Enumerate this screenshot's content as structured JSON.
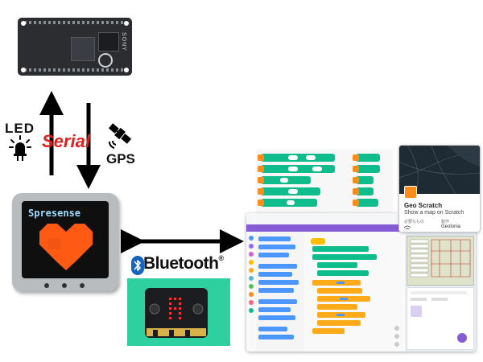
{
  "labels": {
    "led": "LED",
    "serial": "Serial",
    "gps": "GPS",
    "bluetooth": "Bluetooth",
    "bluetooth_mark": "®"
  },
  "board": {
    "brand": "SONY"
  },
  "device": {
    "screen_label": "Spresense"
  },
  "geo_card": {
    "title": "Geo Scratch",
    "subtitle": "Show a map on Scratch",
    "meta_left": "必要なもの",
    "meta_right": "製作",
    "author": "Geolonia"
  },
  "colors": {
    "serial": "#e01f1f",
    "heart": "#ff5a14",
    "scratch_purple": "#855cd6",
    "block_green": "#0fbd8c",
    "microbit_bg": "#2fd0a0",
    "bluetooth_blue": "#1565c0"
  },
  "icons": {
    "led": "led-icon",
    "gps": "satellite-icon",
    "bluetooth": "bluetooth-icon"
  }
}
